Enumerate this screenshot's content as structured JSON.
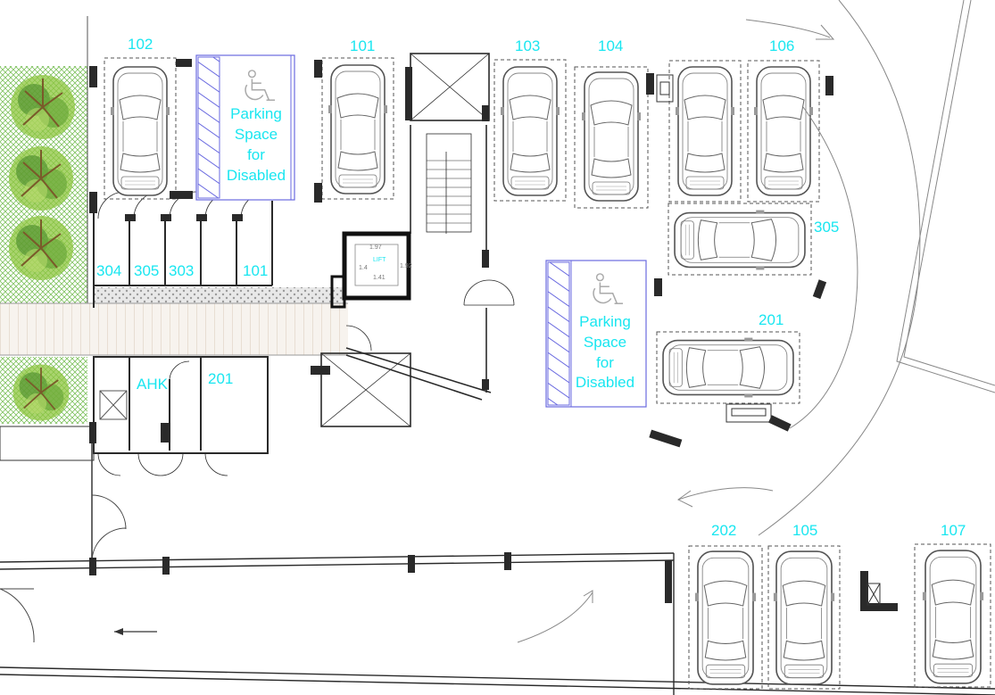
{
  "parking_spaces": [
    {
      "id": "space-102",
      "label": "102"
    },
    {
      "id": "space-101",
      "label": "101"
    },
    {
      "id": "space-103",
      "label": "103"
    },
    {
      "id": "space-104",
      "label": "104"
    },
    {
      "id": "space-106",
      "label": "106"
    },
    {
      "id": "space-305",
      "label": "305"
    },
    {
      "id": "space-201",
      "label": "201"
    },
    {
      "id": "space-202",
      "label": "202"
    },
    {
      "id": "space-105",
      "label": "105"
    },
    {
      "id": "space-107",
      "label": "107"
    }
  ],
  "disabled_label": [
    "Parking",
    "Space",
    "for",
    "Disabled"
  ],
  "storage_rooms": [
    "304",
    "305",
    "303",
    "101"
  ],
  "lower_rooms": {
    "ahk": "AHK",
    "room_201": "201"
  },
  "lift": {
    "label": "LIFT",
    "dim_top": "1.97",
    "dim_side": "1.92",
    "dim_bottom": "1.41",
    "dim_inner": "1.4"
  },
  "colors": {
    "label": "#19e6f0",
    "disabled_border": "#6a6ae0",
    "wall": "#2a2a2a",
    "greenery": "#5aa83a"
  },
  "icons": [
    "wheelchair-icon",
    "tree-icon",
    "car-icon",
    "arrow-icon"
  ]
}
